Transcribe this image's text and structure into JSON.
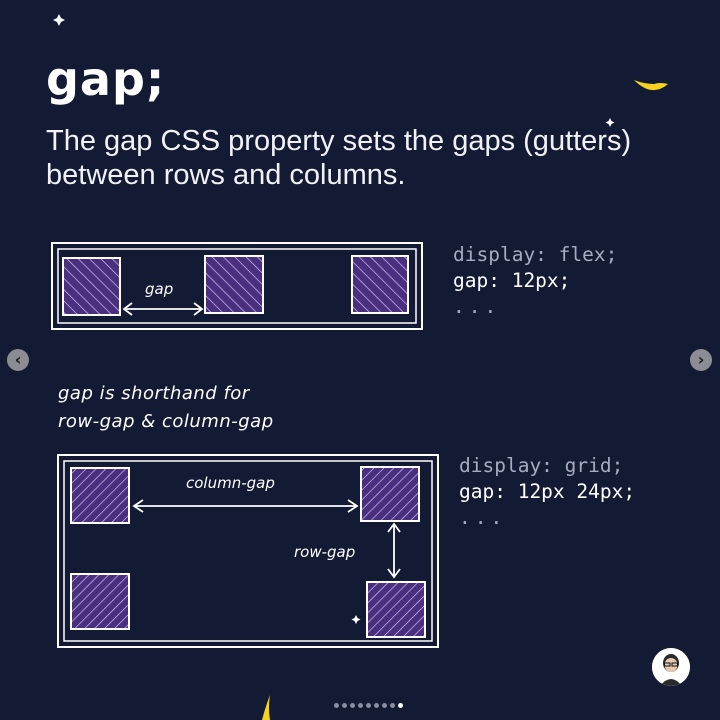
{
  "slide": {
    "title": "gap;",
    "description": "The gap CSS property sets the gaps (gutters) between rows and columns.",
    "flex_example": {
      "code_line1": "display: flex;",
      "code_line2": "gap: 12px;",
      "code_line3": "...",
      "label_gap": "gap"
    },
    "note": {
      "line1": "gap is shorthand for",
      "line2": "row-gap & column-gap"
    },
    "grid_example": {
      "code_line1": "display: grid;",
      "code_line2": "gap: 12px 24px;",
      "code_line3": "...",
      "label_column_gap": "column-gap",
      "label_row_gap": "row-gap"
    }
  },
  "carousel": {
    "total_slides": 9,
    "active_slide": 9
  },
  "colors": {
    "background": "#131a33",
    "box_fill": "#4a2f7e",
    "accent_yellow": "#f5d21f"
  }
}
